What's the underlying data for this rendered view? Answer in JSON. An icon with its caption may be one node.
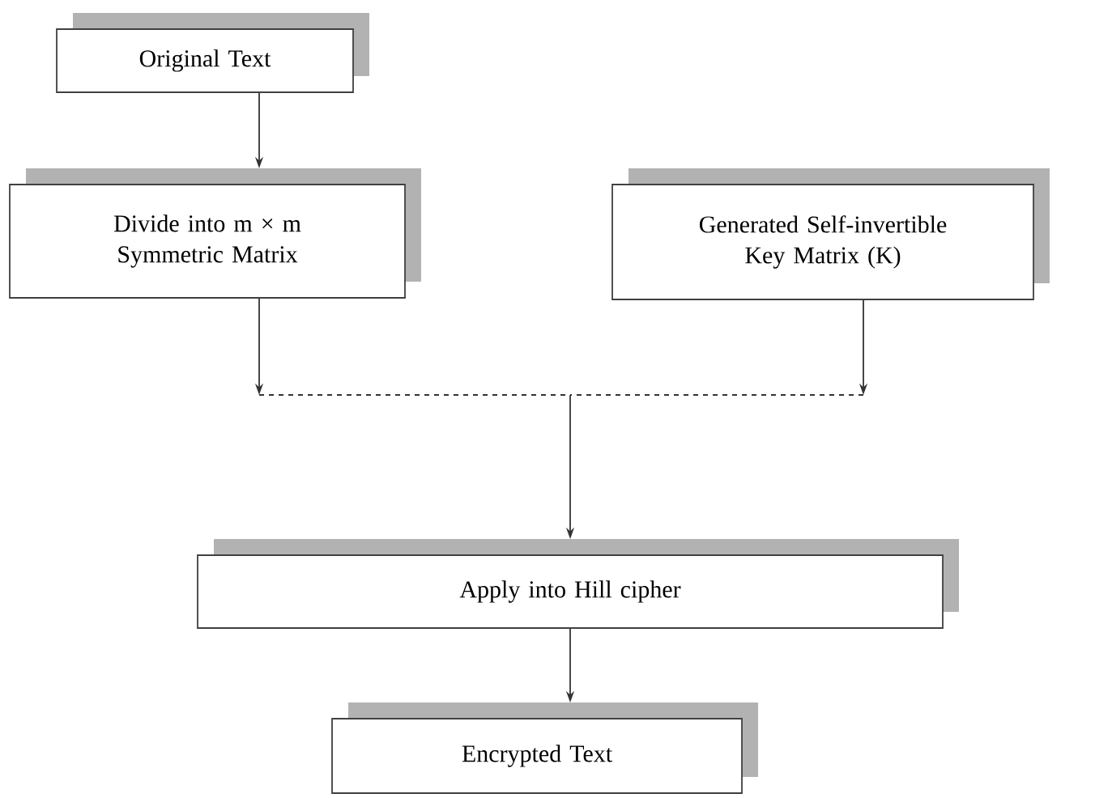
{
  "diagram": {
    "nodes": [
      {
        "text": [
          "Original Text"
        ]
      },
      {
        "text": [
          "Divide into m × m Symmetric Matrix"
        ]
      },
      {
        "text": [
          "Generated Self-invertible Key Matrix (K)"
        ]
      },
      {
        "text": [
          "Apply into Hill cipher"
        ]
      },
      {
        "text": [
          "Encrypted Text"
        ]
      }
    ],
    "edges": [
      {
        "from": 0,
        "to": 1,
        "arrow": "to"
      },
      {
        "from": 1,
        "to": 3,
        "arrow": "to",
        "style": "dashed"
      },
      {
        "from": 2,
        "to": 3,
        "arrow": "to",
        "style": "dashed"
      },
      {
        "from": 3,
        "to": 4,
        "arrow": "to"
      }
    ]
  }
}
